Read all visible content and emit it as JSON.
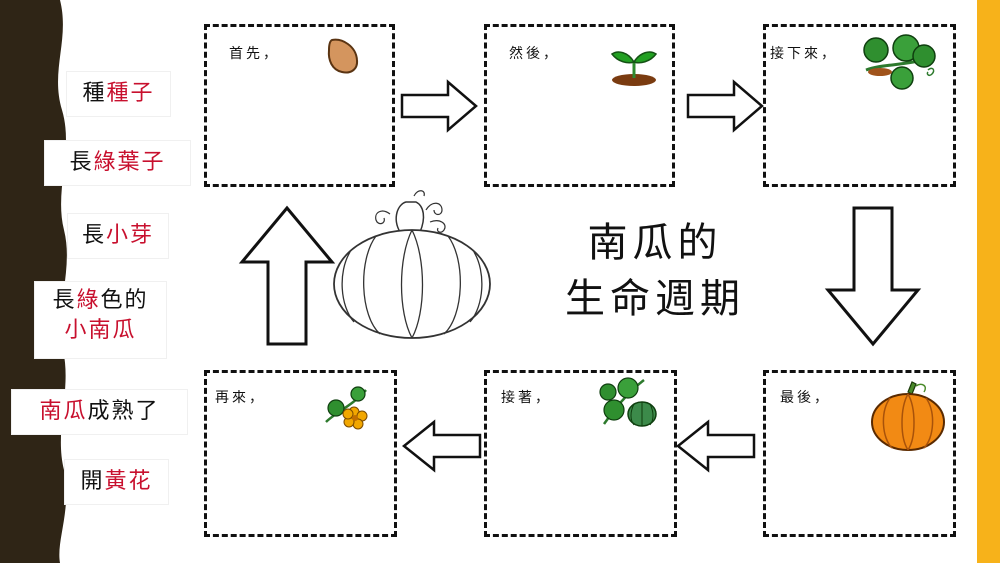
{
  "title_line1": "南瓜的",
  "title_line2": "生命週期",
  "cards": [
    {
      "black": "種",
      "red": "種子",
      "suffix": ""
    },
    {
      "black": "長",
      "red": "綠葉子",
      "suffix": ""
    },
    {
      "black": "長",
      "red": "小芽",
      "suffix": ""
    },
    {
      "black": "長",
      "red": "綠",
      "suffix": "色的",
      "line2": "小南瓜"
    },
    {
      "black": "",
      "red": "南瓜",
      "suffix": "成熟了"
    },
    {
      "black": "開",
      "red": "黃花",
      "suffix": ""
    }
  ],
  "steps": [
    {
      "label": "首先，",
      "icon": "seed-icon"
    },
    {
      "label": "然後，",
      "icon": "sprout-icon"
    },
    {
      "label": "接下來，",
      "icon": "vine-icon"
    },
    {
      "label": "再來，",
      "icon": "flower-icon"
    },
    {
      "label": "接著，",
      "icon": "small-pumpkin-icon"
    },
    {
      "label": "最後，",
      "icon": "pumpkin-icon"
    }
  ],
  "colors": {
    "accent_red": "#c8102e",
    "side_bar": "#f7b21a",
    "frame": "#2f2516"
  }
}
